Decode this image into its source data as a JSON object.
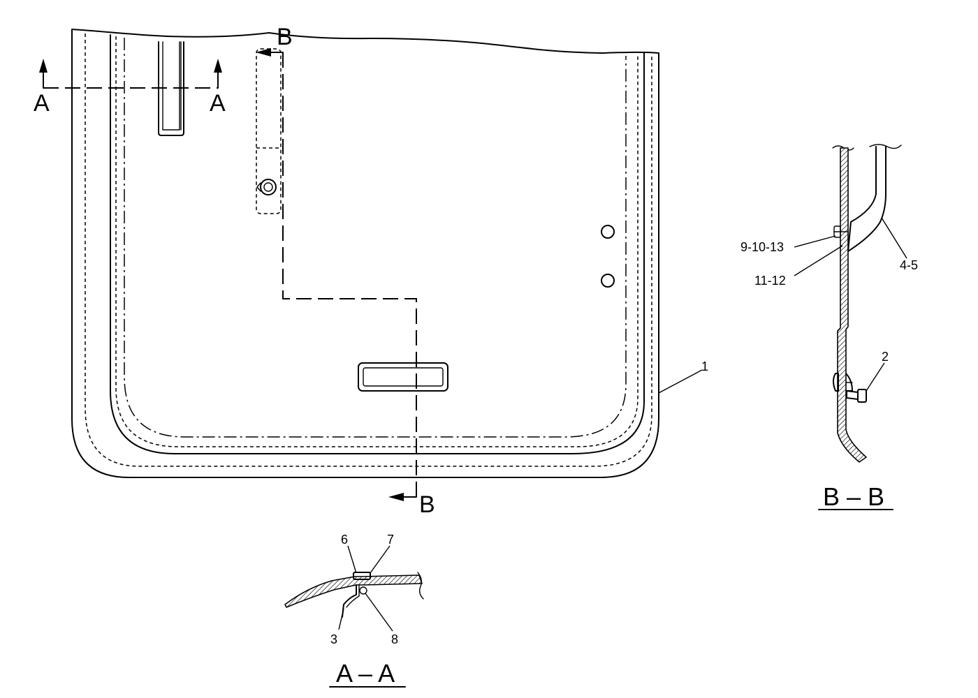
{
  "section_markers": {
    "a_left": "A",
    "a_right": "A",
    "b_top": "B",
    "b_bottom": "B"
  },
  "section_titles": {
    "a_a": "A – A",
    "b_b": "B – B"
  },
  "callouts": {
    "c1": "1",
    "c2": "2",
    "c3": "3",
    "c4_5": "4-5",
    "c6": "6",
    "c7": "7",
    "c8": "8",
    "c9_10_13": "9-10-13",
    "c11_12": "11-12"
  }
}
